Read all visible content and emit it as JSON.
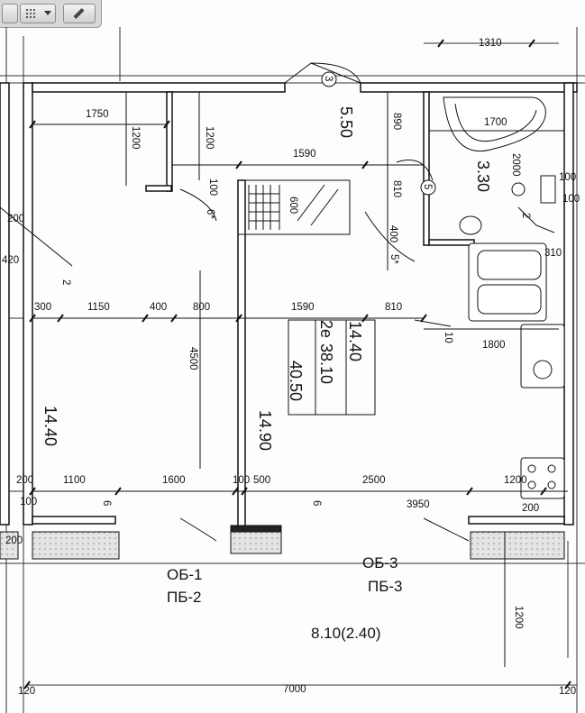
{
  "toolbar": {
    "tools": [
      {
        "name": "square-tool",
        "icon": "square-icon"
      },
      {
        "name": "grid-select-tool",
        "icon": "grid-icon"
      },
      {
        "name": "pencil-tool",
        "icon": "pencil-icon"
      }
    ]
  },
  "plan": {
    "area_labels": {
      "hall": "5.50",
      "bath": "3.30",
      "left_room": "14.40",
      "center_room": "14.90",
      "kitchen_area": "8.10(2.40)"
    },
    "summary": {
      "rooms": "2е",
      "area_a": "14.40",
      "area_b": "38.10",
      "area_c": "40.50"
    },
    "balconies": {
      "left_ob": "ОБ-1",
      "left_pb": "ПБ-2",
      "right_ob": "ОБ-3",
      "right_pb": "ПБ-3"
    },
    "dimensions": {
      "d1310": "1310",
      "d1750": "1750",
      "d1200a": "1200",
      "d1200b": "1200",
      "d890": "890",
      "d1700": "1700",
      "d1590a": "1590",
      "d2000": "2000",
      "d100a": "100",
      "d100b": "100",
      "d810a": "810",
      "d600": "600",
      "d400a": "400",
      "d200a": "200",
      "d420": "420",
      "d310": "310",
      "d300": "300",
      "d1150": "1150",
      "d400b": "400",
      "d800": "800",
      "d1590b": "1590",
      "d810b": "810",
      "d1800": "1800",
      "d4500": "4500",
      "d200b": "200",
      "d1100": "1100",
      "d1600": "1600",
      "d100c": "100",
      "d500": "500",
      "d2500": "2500",
      "d1200c": "1200",
      "d100d": "100",
      "d3950": "3950",
      "d200c": "200",
      "d200d": "200",
      "d1200d": "1200",
      "d120a": "120",
      "d7000": "7000",
      "d120b": "120"
    },
    "markers": {
      "m2a": "2",
      "m2b": "2",
      "m3": "3",
      "m5": "5",
      "m6star": "6*",
      "m5star": "5*",
      "m10": "10",
      "m6a": "6",
      "m6b": "6"
    }
  }
}
